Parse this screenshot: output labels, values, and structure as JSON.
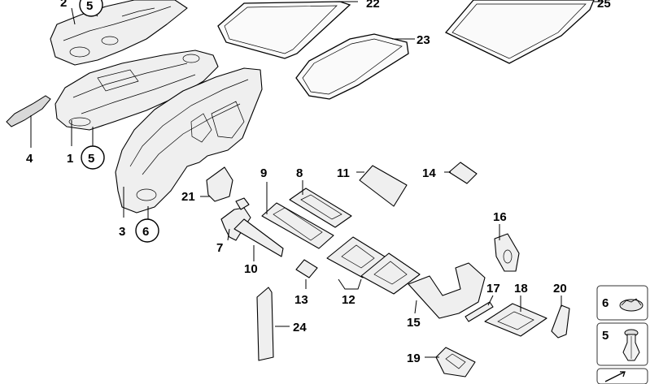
{
  "callouts": {
    "c1": "1",
    "c2": "2",
    "c3": "3",
    "c4": "4",
    "c5a": "5",
    "c5b": "5",
    "c6": "6",
    "c7": "7",
    "c8": "8",
    "c9": "9",
    "c10": "10",
    "c11": "11",
    "c12": "12",
    "c13": "13",
    "c14": "14",
    "c15": "15",
    "c16": "16",
    "c17": "17",
    "c18": "18",
    "c19": "19",
    "c20": "20",
    "c21": "21",
    "c22": "22",
    "c23": "23",
    "c24": "24",
    "c25": "25"
  },
  "hardware_panel": {
    "item_a": "6",
    "item_b": "5"
  }
}
